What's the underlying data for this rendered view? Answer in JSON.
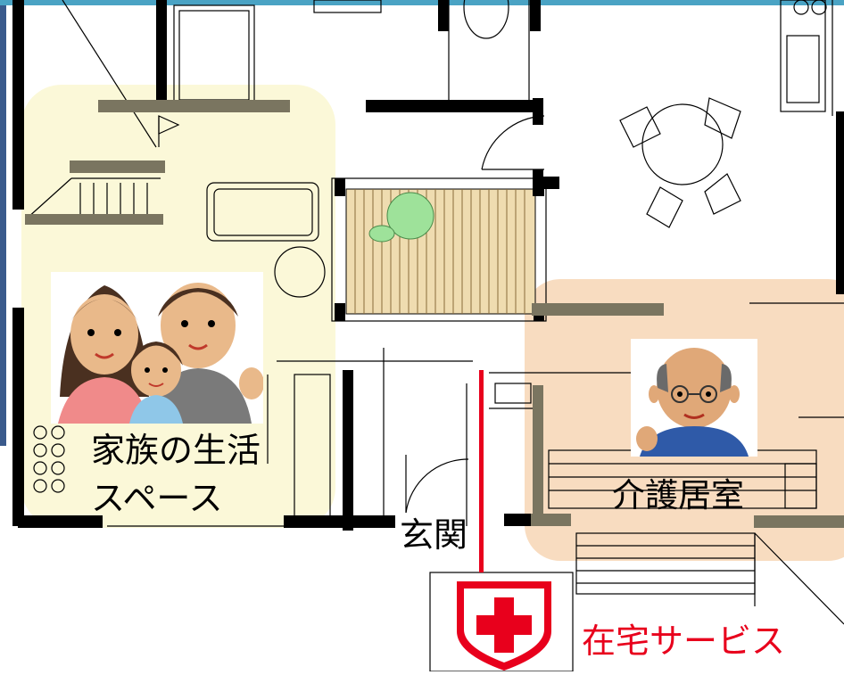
{
  "zones": {
    "family": {
      "label": "家族の生活スペース",
      "label_line1": "家族の生活",
      "label_line2": "スペース",
      "color": "#fbf8d8"
    },
    "care": {
      "label": "介護居室",
      "color": "#f8dcc0"
    },
    "entrance": {
      "label": "玄関"
    },
    "service": {
      "label": "在宅サービス",
      "color": "#e8001c"
    }
  },
  "colors": {
    "header_bar": "#4aa3c4",
    "wall": "#000000",
    "side_panel": "#3a5a8c",
    "boundary_line": "#e8001c",
    "stair_wood": "#efdcb0",
    "plant": "#9ee29a"
  },
  "icons": {
    "family": "family-illustration",
    "elderly": "elderly-man-illustration",
    "medical": "red-cross-shield-icon"
  }
}
